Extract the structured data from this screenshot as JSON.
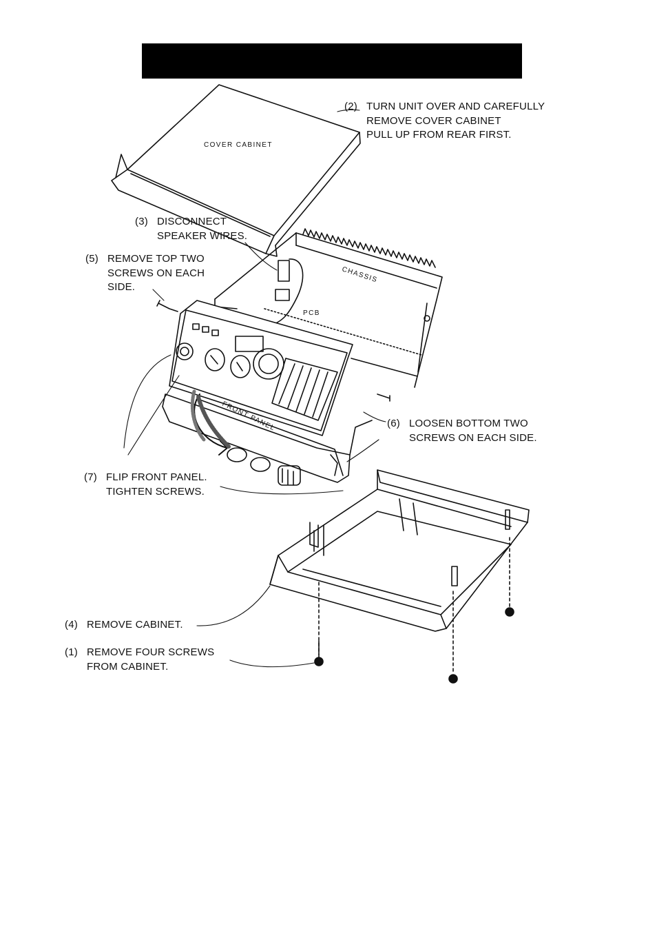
{
  "title_bar": {
    "text": ""
  },
  "parts": {
    "cover_cabinet": "COVER CABINET",
    "chassis": "CHASSIS",
    "pcb": "PCB",
    "front_panel": "FRONT PANEL"
  },
  "steps": [
    {
      "num": "(1)",
      "lines": [
        "REMOVE FOUR SCREWS",
        "FROM CABINET."
      ]
    },
    {
      "num": "(2)",
      "lines": [
        "TURN UNIT OVER AND CAREFULLY",
        "REMOVE COVER CABINET",
        "PULL UP FROM REAR FIRST."
      ]
    },
    {
      "num": "(3)",
      "lines": [
        "DISCONNECT",
        "SPEAKER WIRES."
      ]
    },
    {
      "num": "(4)",
      "lines": [
        "REMOVE CABINET."
      ]
    },
    {
      "num": "(5)",
      "lines": [
        "REMOVE TOP TWO",
        "SCREWS ON EACH",
        "SIDE."
      ]
    },
    {
      "num": "(6)",
      "lines": [
        "LOOSEN BOTTOM TWO",
        "SCREWS ON EACH SIDE."
      ]
    },
    {
      "num": "(7)",
      "lines": [
        "FLIP FRONT PANEL.",
        "TIGHTEN SCREWS."
      ]
    }
  ]
}
